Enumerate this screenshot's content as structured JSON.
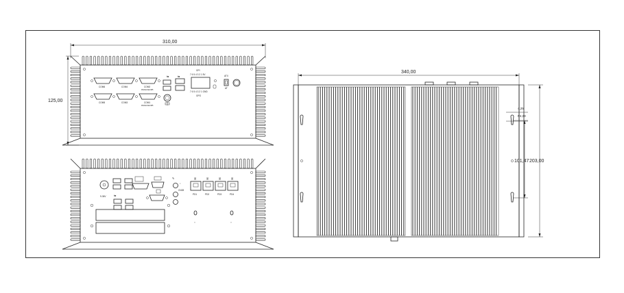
{
  "dimensions": {
    "top_width": "310,00",
    "top_height": "125,00",
    "right_width": "340,00",
    "right_height_total": "203,00",
    "right_height_inner": "101,47",
    "right_small_a": "4,25",
    "right_small_b": "P4,00"
  },
  "ports_top": {
    "com_row1": [
      "COM6",
      "COM4",
      "COM2"
    ],
    "com_row2": [
      "COM5",
      "COM3",
      "COM1"
    ],
    "com2_sub": "RS232/422/485",
    "com1_sub": "RS232/422/485",
    "gpio_top": "GPI",
    "gpio_top_pins": "7 6 5 4 3 2 1 5V",
    "gpio_bottom_pins": "7 6 5 4 3 2 1 GND",
    "gpio_bottom": "GPO",
    "atx_label": "ATX",
    "at_label": "AT"
  },
  "ports_bottom": {
    "power_label": "9-36V",
    "cpu_label": "CN28",
    "lan_labels": [
      "PD1",
      "PD2",
      "PD3",
      "PD4"
    ]
  },
  "icons": [
    "usb-icon",
    "network-icon",
    "wifi-icon",
    "hdmi-icon",
    "dvi-icon",
    "audio-icon",
    "wrench-icon"
  ]
}
